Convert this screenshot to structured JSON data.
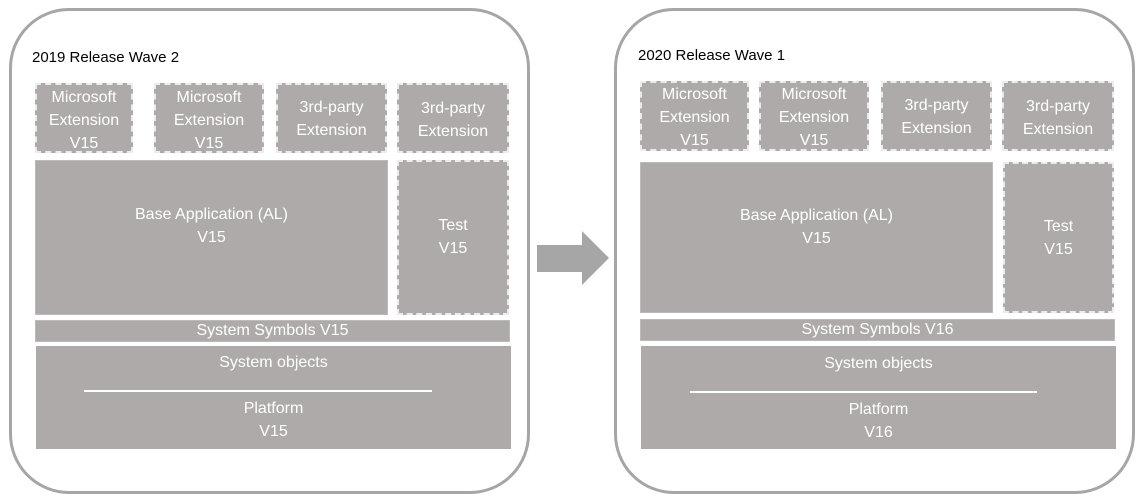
{
  "left": {
    "title": "2019 Release Wave 2",
    "ext1": [
      "Microsoft",
      "Extension",
      "V15"
    ],
    "ext2": [
      "Microsoft",
      "Extension",
      "V15"
    ],
    "ext3": [
      "3rd-party",
      "Extension"
    ],
    "ext4": [
      "3rd-party",
      "Extension"
    ],
    "base": [
      "Base Application (AL)",
      "V15"
    ],
    "test": [
      "Test",
      "V15"
    ],
    "symbols": "System Symbols V15",
    "sysobj": "System objects",
    "platform": [
      "Platform",
      "V15"
    ]
  },
  "right": {
    "title": "2020 Release Wave 1",
    "ext1": [
      "Microsoft",
      "Extension",
      "V15"
    ],
    "ext2": [
      "Microsoft",
      "Extension",
      "V15"
    ],
    "ext3": [
      "3rd-party",
      "Extension"
    ],
    "ext4": [
      "3rd-party",
      "Extension"
    ],
    "base": [
      "Base Application (AL)",
      "V15"
    ],
    "test": [
      "Test",
      "V15"
    ],
    "symbols": "System Symbols V16",
    "sysobj": "System objects",
    "platform": [
      "Platform",
      "V16"
    ]
  },
  "colors": {
    "box": "#aeaaaa",
    "border": "#a6a6a6",
    "arrow": "#a6a6a6",
    "text": "#ffffff"
  },
  "icons": {
    "transition": "right-arrow-icon"
  }
}
